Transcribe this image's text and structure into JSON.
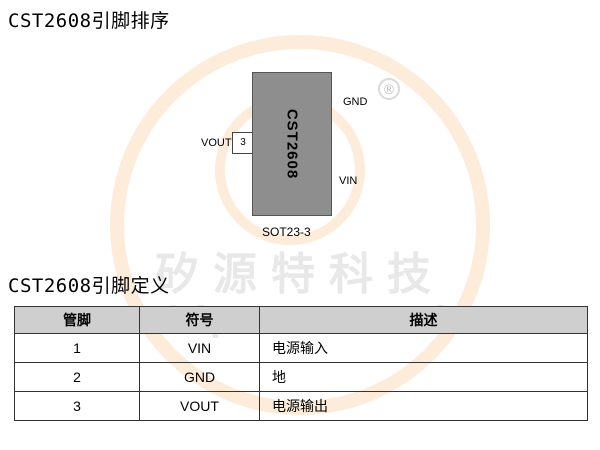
{
  "section_pinout": {
    "title": "CST2608引脚排序"
  },
  "section_definition": {
    "title": "CST2608引脚定义"
  },
  "package": {
    "chip_label": "CST2608",
    "package_name": "SOT23-3",
    "pins": [
      {
        "number": "2",
        "name": "GND"
      },
      {
        "number": "3",
        "name": "VOUT"
      },
      {
        "number": "1",
        "name": "VIN"
      }
    ]
  },
  "watermark": {
    "text_cn": "矽源特科技",
    "text_en": "ChipSourceTek",
    "registered_mark": "®"
  },
  "table": {
    "headers": [
      "管脚",
      "符号",
      "描述"
    ],
    "rows": [
      {
        "pin": "1",
        "symbol": "VIN",
        "description": "电源输入"
      },
      {
        "pin": "2",
        "symbol": "GND",
        "description": "地"
      },
      {
        "pin": "3",
        "symbol": "VOUT",
        "description": "电源输出"
      }
    ]
  },
  "colors": {
    "chip_body": "#8e8e8e",
    "header_bg": "#cfcfcf"
  }
}
